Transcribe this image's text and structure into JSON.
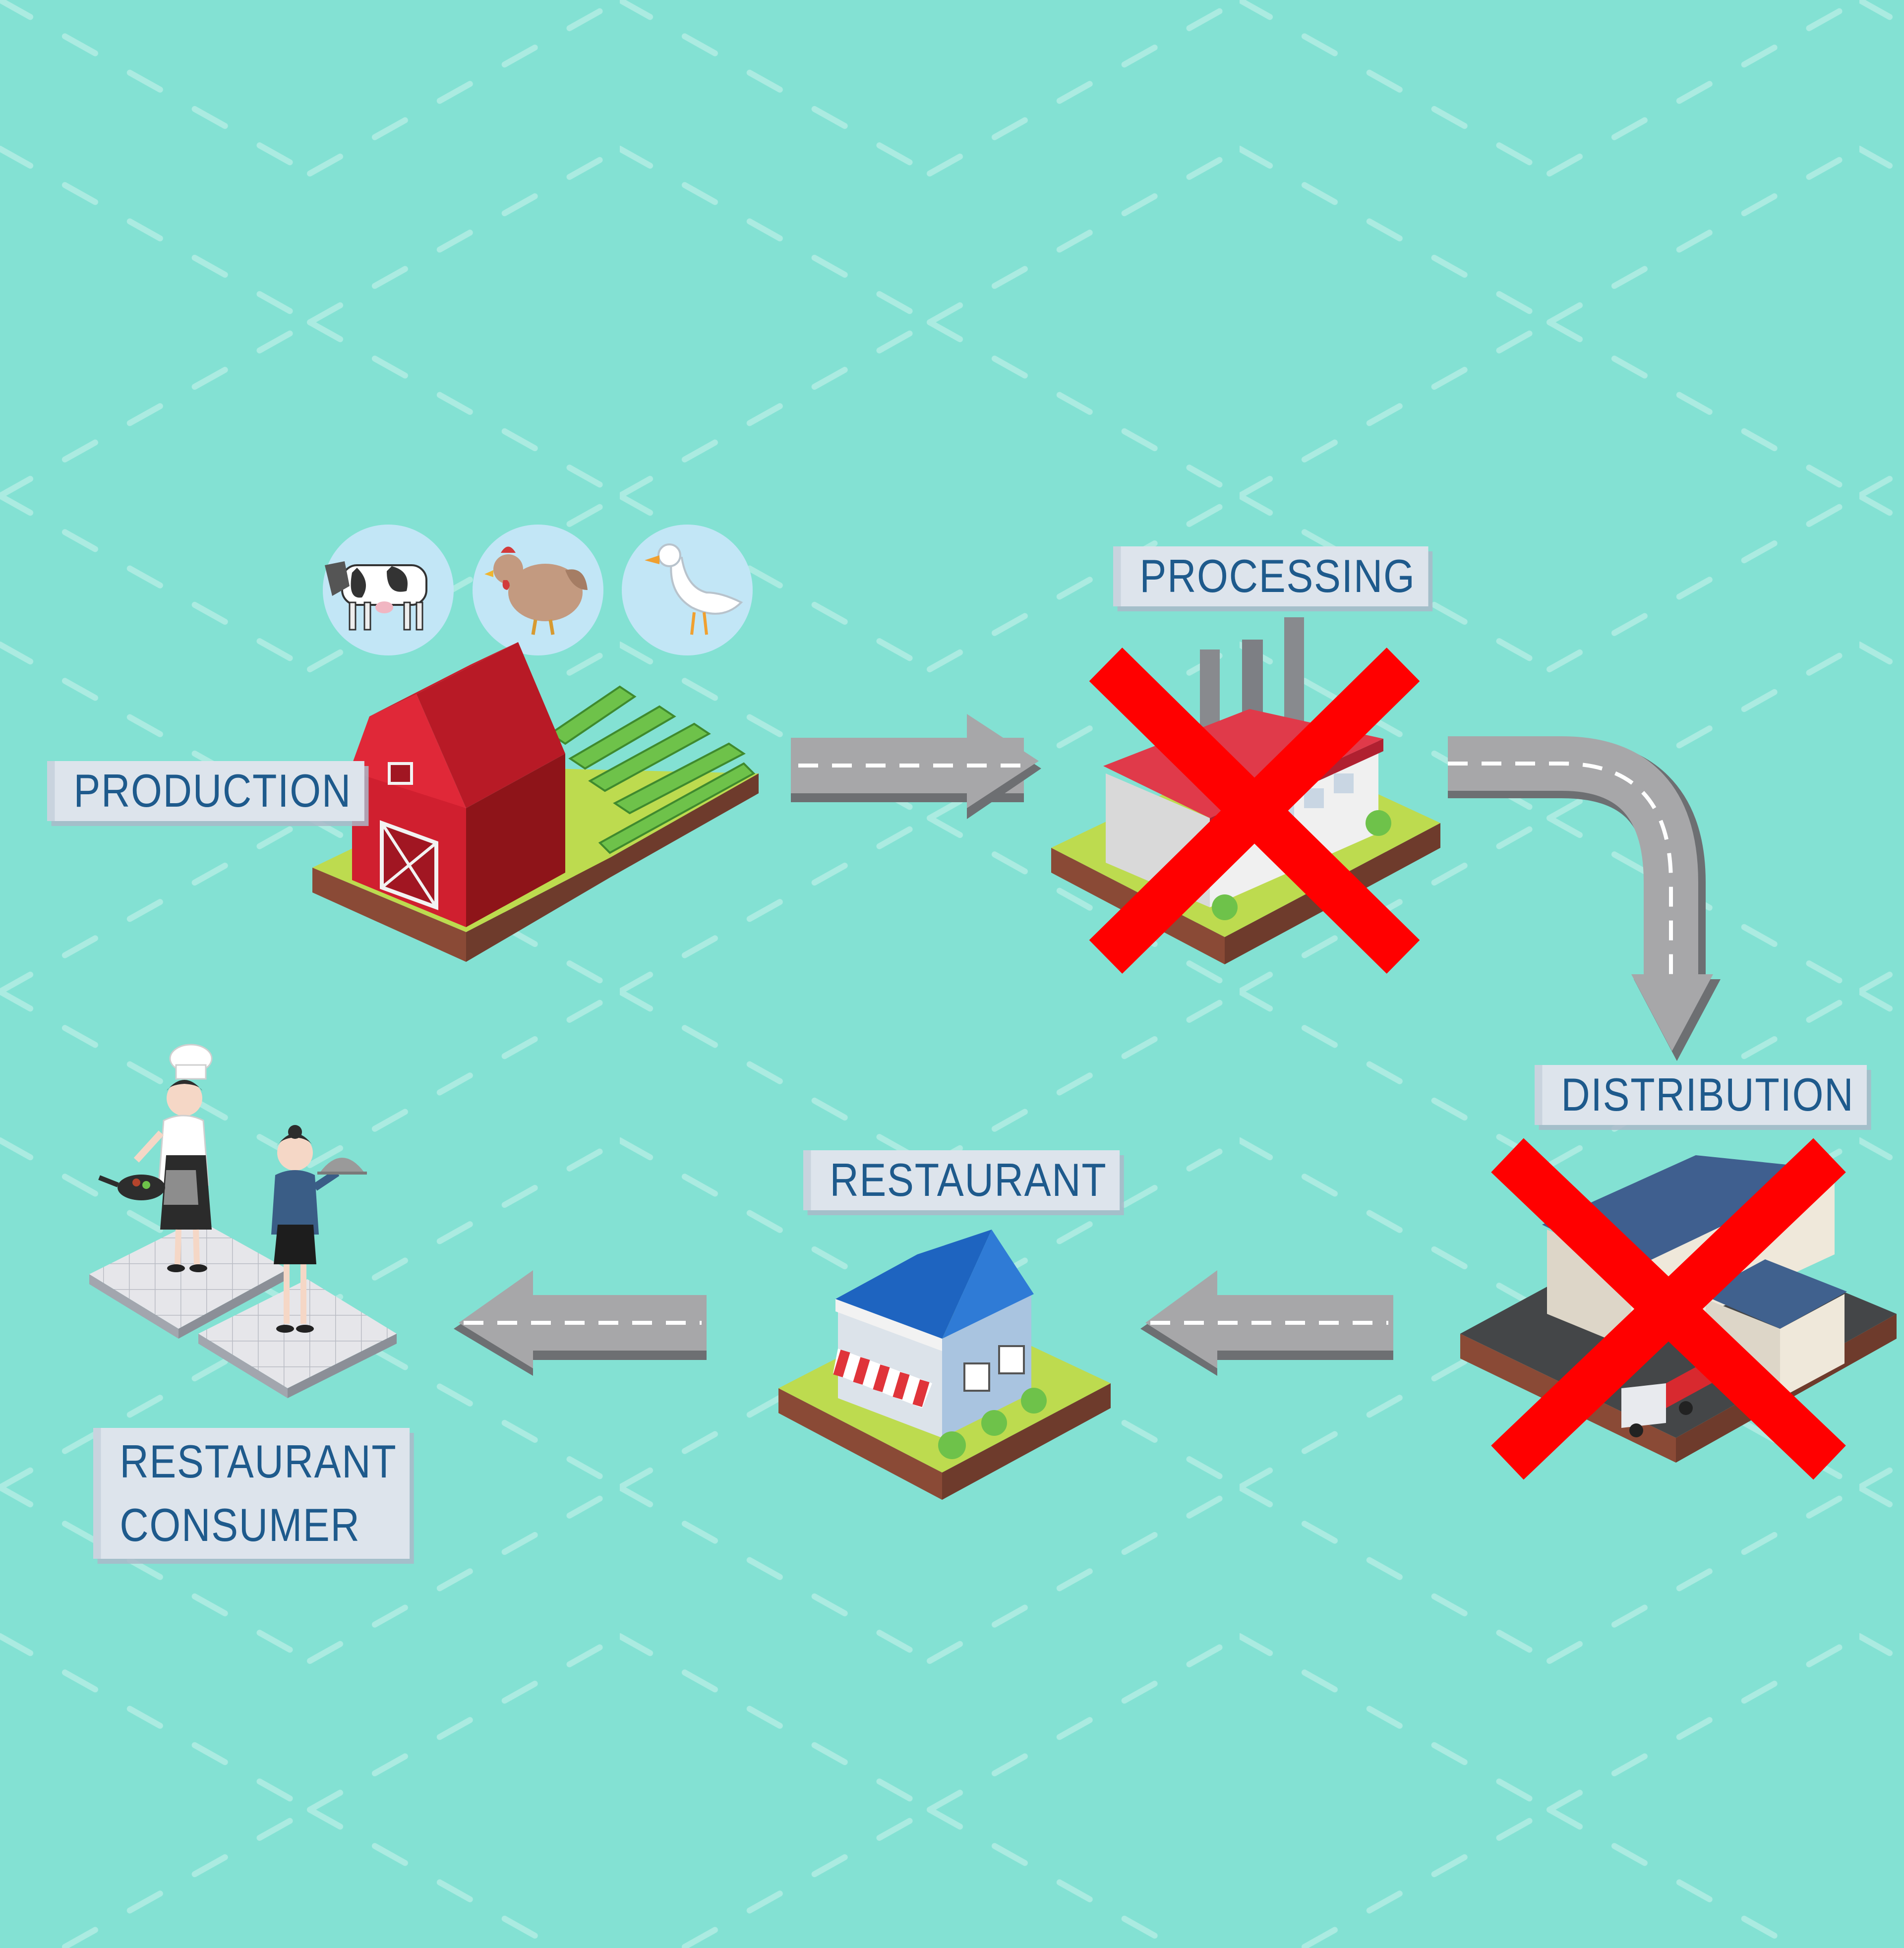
{
  "steps": {
    "production": {
      "label": "PRODUCTION",
      "status": "active"
    },
    "processing": {
      "label": "PROCESSING",
      "status": "removed"
    },
    "distribution": {
      "label": "DISTRIBUTION",
      "status": "removed"
    },
    "restaurant": {
      "label": "RESTAURANT",
      "status": "active"
    },
    "consumer": {
      "line1": "RESTAURANT",
      "line2": "CONSUMER",
      "status": "active"
    }
  },
  "flow": [
    "production",
    "processing",
    "distribution",
    "restaurant",
    "consumer"
  ],
  "animals": [
    "cow-icon",
    "chicken-icon",
    "goose-icon"
  ],
  "colors": {
    "background": "#83e1d3",
    "label_text": "#1e5a8c",
    "label_bg": "#dde4ec",
    "cross": "#ff0000",
    "road": "#9a9a9a"
  }
}
